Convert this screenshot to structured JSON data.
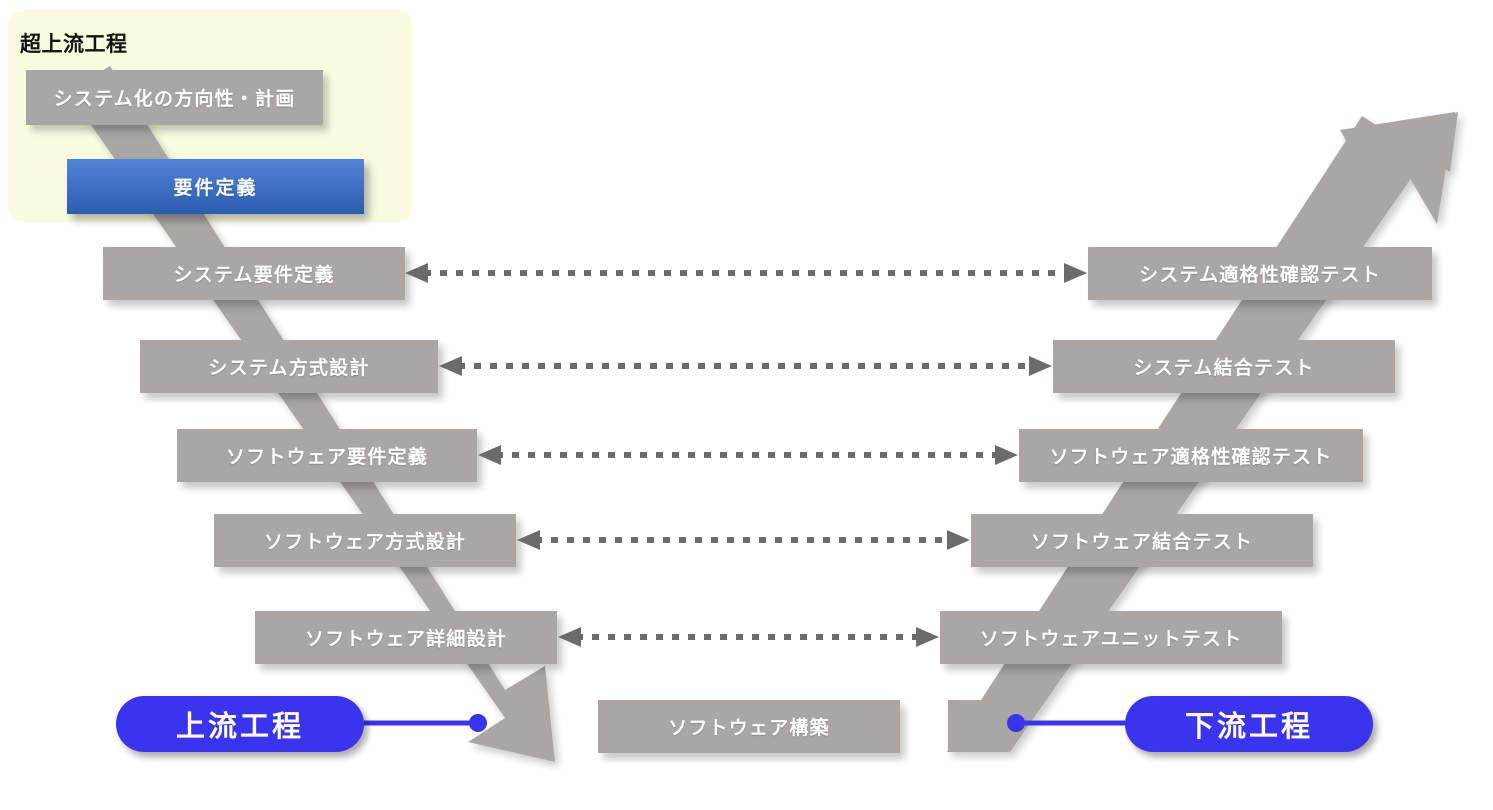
{
  "diagram": {
    "title_visible": "超上流工程",
    "highlight_panel": {
      "label": "超上流工程",
      "color": "#fbfbe0"
    },
    "colors": {
      "box_gray": "#a9a6a4",
      "accent_blue": "#3f72c5",
      "pill_blue": "#3b34ef",
      "panel_yellow": "#fbfbe0",
      "band_gray": "#a9a6a4",
      "connector_gray": "#6b6b6b"
    },
    "left_column": [
      {
        "label": "システム化の方向性・計画",
        "style": "gray"
      },
      {
        "label": "要件定義",
        "style": "accent"
      },
      {
        "label": "システム要件定義",
        "style": "gray"
      },
      {
        "label": "システム方式設計",
        "style": "gray"
      },
      {
        "label": "ソフトウェア要件定義",
        "style": "gray"
      },
      {
        "label": "ソフトウェア方式設計",
        "style": "gray"
      },
      {
        "label": "ソフトウェア詳細設計",
        "style": "gray"
      }
    ],
    "right_column": [
      {
        "label": "システム適格性確認テスト",
        "style": "gray"
      },
      {
        "label": "システム結合テスト",
        "style": "gray"
      },
      {
        "label": "ソフトウェア適格性確認テスト",
        "style": "gray"
      },
      {
        "label": "ソフトウェア結合テスト",
        "style": "gray"
      },
      {
        "label": "ソフトウェアユニットテスト",
        "style": "gray"
      }
    ],
    "bottom_center": {
      "label": "ソフトウェア構築",
      "style": "gray"
    },
    "pills": [
      {
        "label": "上流工程",
        "side": "left"
      },
      {
        "label": "下流工程",
        "side": "right"
      }
    ],
    "connectors": [
      {
        "from": "システム要件定義",
        "to": "システム適格性確認テスト",
        "style": "dotted",
        "arrows": "both"
      },
      {
        "from": "システム方式設計",
        "to": "システム結合テスト",
        "style": "dotted",
        "arrows": "both"
      },
      {
        "from": "ソフトウェア要件定義",
        "to": "ソフトウェア適格性確認テスト",
        "style": "dotted",
        "arrows": "both"
      },
      {
        "from": "ソフトウェア方式設計",
        "to": "ソフトウェア結合テスト",
        "style": "dotted",
        "arrows": "both"
      },
      {
        "from": "ソフトウェア詳細設計",
        "to": "ソフトウェアユニットテスト",
        "style": "dotted",
        "arrows": "both"
      }
    ],
    "flow_arrows": [
      {
        "name": "descending-arrow",
        "direction": "down-right"
      },
      {
        "name": "ascending-arrow",
        "direction": "up-right"
      }
    ]
  }
}
